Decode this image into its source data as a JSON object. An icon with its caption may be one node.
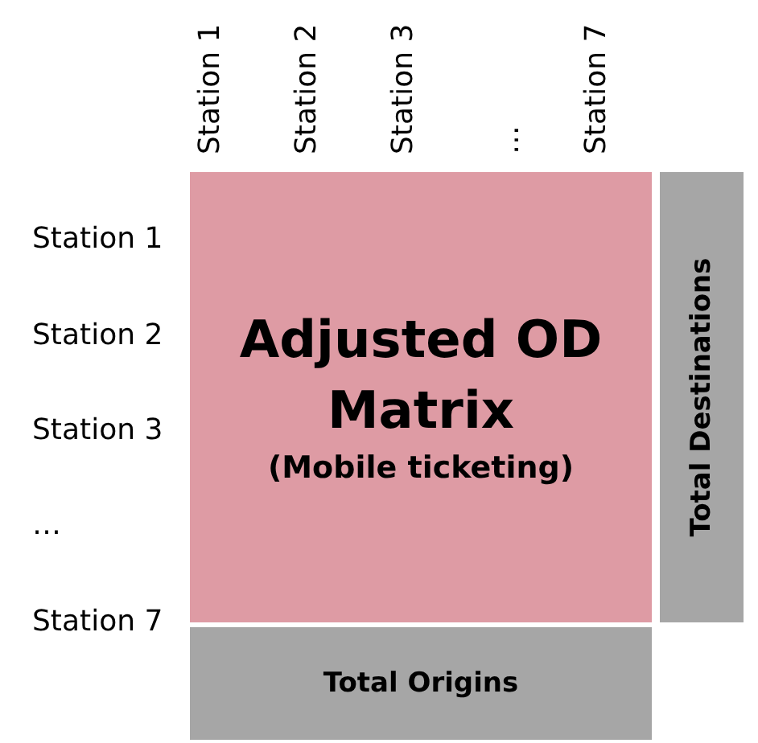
{
  "diagram": {
    "nodes": [
      {
        "text": [
          "Adjusted OD Matrix",
          "(Mobile ticketing)"
        ]
      },
      {
        "text": [
          "Total Destinations"
        ]
      },
      {
        "text": [
          "Total Origins"
        ]
      }
    ],
    "labels": [
      "Station 1",
      "Station 2",
      "Station 3",
      "…",
      "Station 7",
      "Station 1",
      "Station 2",
      "Station 3",
      "…",
      "Station 7"
    ]
  }
}
